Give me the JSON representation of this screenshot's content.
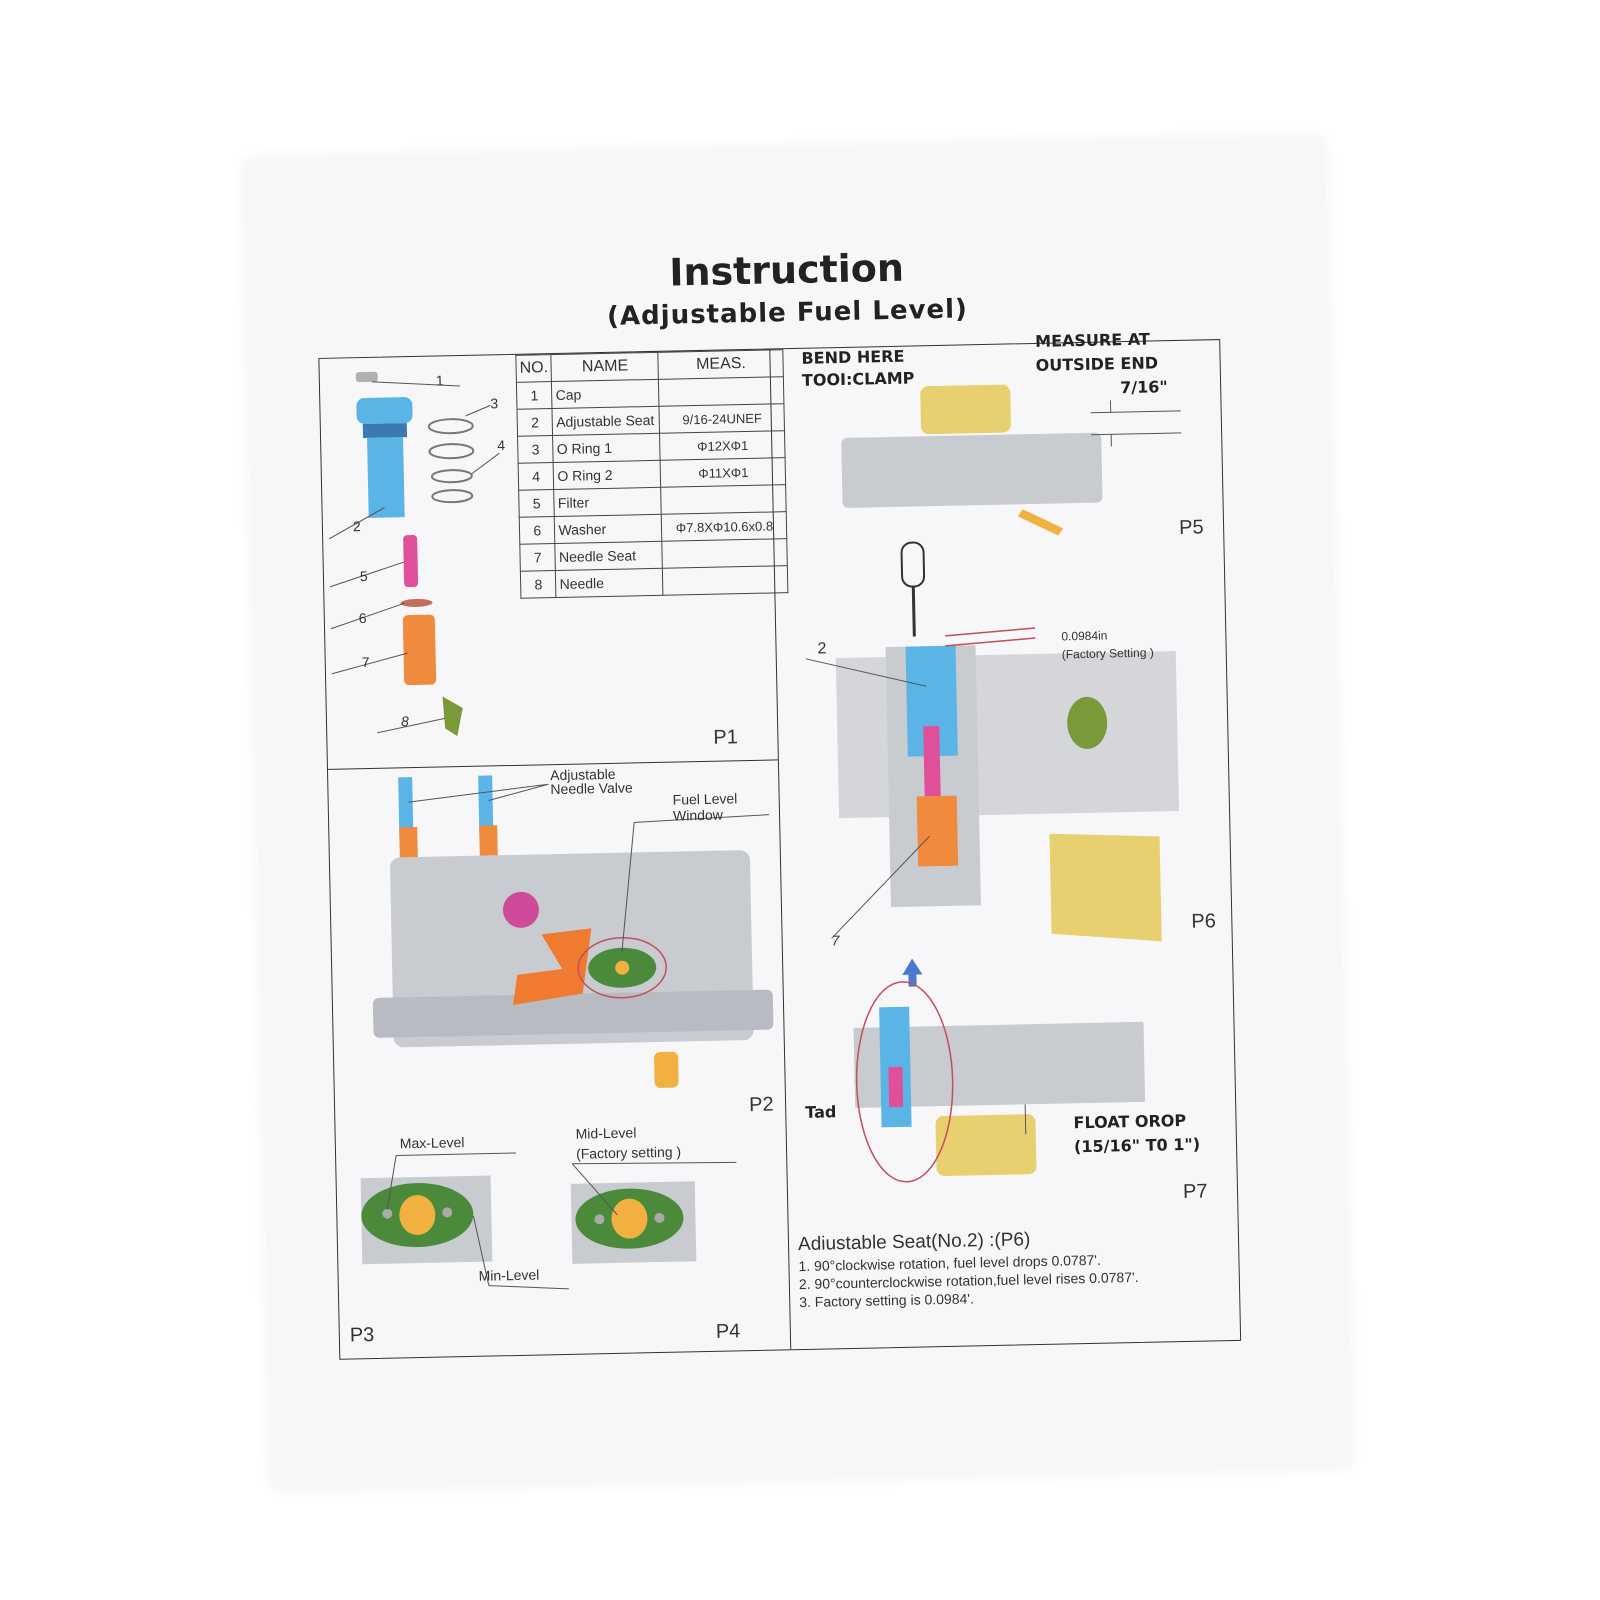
{
  "title": "Instruction",
  "subtitle": "(Adjustable Fuel Level)",
  "table": {
    "headers": [
      "NO.",
      "NAME",
      "MEAS."
    ],
    "rows": [
      {
        "no": "1",
        "name": "Cap",
        "meas": ""
      },
      {
        "no": "2",
        "name": "Adjustable Seat",
        "meas": "9/16-24UNEF"
      },
      {
        "no": "3",
        "name": "O Ring 1",
        "meas": "Φ12XΦ1"
      },
      {
        "no": "4",
        "name": "O Ring 2",
        "meas": "Φ11XΦ1"
      },
      {
        "no": "5",
        "name": "Filter",
        "meas": ""
      },
      {
        "no": "6",
        "name": "Washer",
        "meas": "Φ7.8XΦ10.6x0.8"
      },
      {
        "no": "7",
        "name": "Needle Seat",
        "meas": ""
      },
      {
        "no": "8",
        "name": "Needle",
        "meas": ""
      }
    ]
  },
  "panels": {
    "p1": "P1",
    "p2": "P2",
    "p3": "P3",
    "p4": "P4",
    "p5": "P5",
    "p6": "P6",
    "p7": "P7"
  },
  "callouts": {
    "n1": "1",
    "n2": "2",
    "n3": "3",
    "n4": "4",
    "n5": "5",
    "n6": "6",
    "n7": "7",
    "n8": "8",
    "needle_valve": "Adjustable Needle Valve",
    "fuel_window": "Fuel Level Window",
    "max_level": "Max-Level",
    "mid_level": "Mid-Level",
    "factory_setting_paren": "(Factory setting )",
    "min_level": "Min-Level",
    "bend_here": "BEND HERE",
    "tool_clamp": "TOOI:CLAMP",
    "measure_at": "MEASURE AT",
    "outside_end": "OUTSIDE END",
    "dim_7_16": "7/16\"",
    "p6_two": "2",
    "p6_seven": "7",
    "dim_0984": "0.0984in",
    "factory_setting_p6": "(Factory Setting )",
    "tad": "Tad",
    "float_drop": "FLOAT OROP",
    "float_range": "(15/16\"  T0 1\")"
  },
  "notes": {
    "heading": "Adiustable Seat(No.2) :(P6)",
    "line1": "1. 90°clockwise rotation, fuel level drops 0.0787'.",
    "line2": "2. 90°counterclockwise rotation,fuel level rises 0.0787'.",
    "line3": "3. Factory setting is 0.0984'."
  },
  "colors": {
    "cap_blue": "#5ab4e6",
    "filter_pink": "#e0509a",
    "seat_orange": "#f08a3c",
    "needle_green": "#7a9a3a",
    "window_green": "#4a8a3a",
    "float_yellow": "#e8d070",
    "body_gray": "#c8cbd0",
    "lever_orange": "#f07a30"
  }
}
